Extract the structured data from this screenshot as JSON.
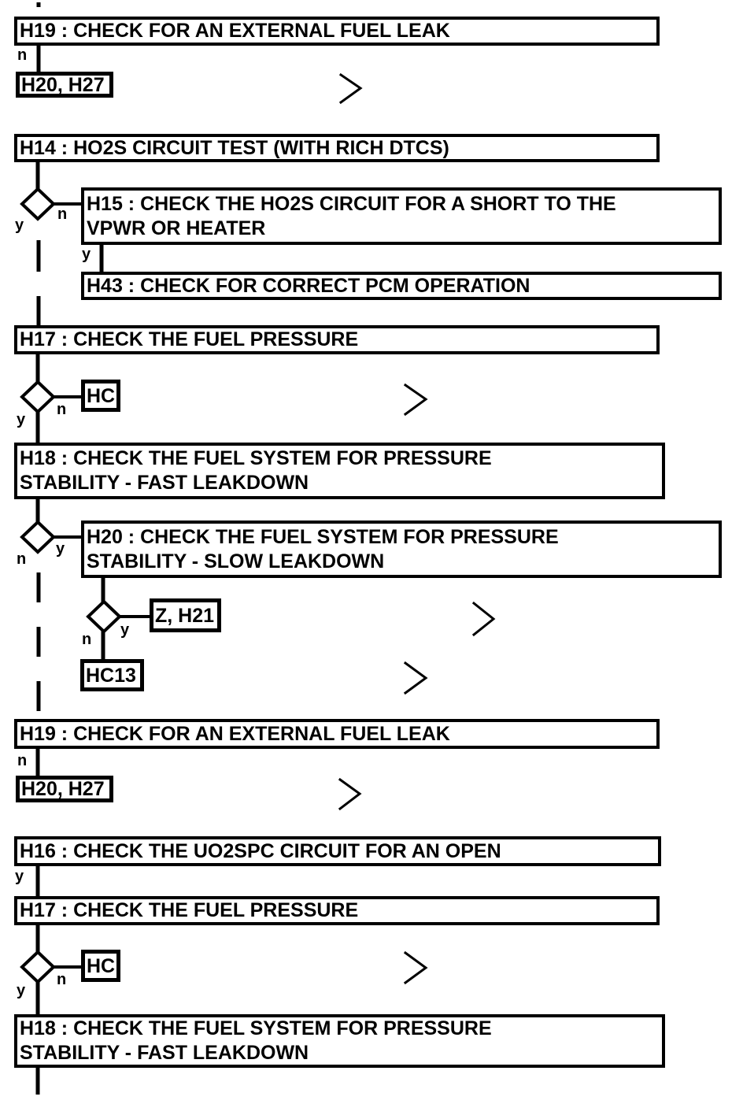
{
  "diagram": {
    "type": "diagnostic-flowchart",
    "colors": {
      "foreground": "#000000",
      "background": "#ffffff"
    },
    "branch_labels": {
      "yes": "y",
      "no": "n"
    },
    "nodes": {
      "h19_top": {
        "lines": [
          "H19 : CHECK FOR AN EXTERNAL FUEL LEAK"
        ]
      },
      "h20_h27_top": {
        "lines": [
          "H20, H27"
        ]
      },
      "h14": {
        "lines": [
          "H14 : HO2S CIRCUIT TEST (WITH RICH DTCS)"
        ]
      },
      "h15": {
        "lines": [
          "H15 : CHECK THE HO2S CIRCUIT FOR A SHORT TO THE",
          "VPWR OR HEATER"
        ]
      },
      "h43": {
        "lines": [
          "H43 : CHECK FOR CORRECT PCM OPERATION"
        ]
      },
      "h17_mid": {
        "lines": [
          "H17 : CHECK THE FUEL PRESSURE"
        ]
      },
      "hc_mid": {
        "lines": [
          "HC"
        ]
      },
      "h18_mid": {
        "lines": [
          "H18 : CHECK THE FUEL SYSTEM FOR PRESSURE",
          "STABILITY - FAST LEAKDOWN"
        ]
      },
      "h20": {
        "lines": [
          "H20 : CHECK THE FUEL SYSTEM FOR PRESSURE",
          "STABILITY - SLOW LEAKDOWN"
        ]
      },
      "z_h21": {
        "lines": [
          "Z, H21"
        ]
      },
      "hc13": {
        "lines": [
          "HC13"
        ]
      },
      "h19_bottom": {
        "lines": [
          "H19 : CHECK FOR AN EXTERNAL FUEL LEAK"
        ]
      },
      "h20_h27_bottom": {
        "lines": [
          "H20, H27"
        ]
      },
      "h16": {
        "lines": [
          "H16 : CHECK THE UO2SPC CIRCUIT FOR AN OPEN"
        ]
      },
      "h17_bottom": {
        "lines": [
          "H17 : CHECK THE FUEL PRESSURE"
        ]
      },
      "hc_bottom": {
        "lines": [
          "HC"
        ]
      },
      "h18_bottom": {
        "lines": [
          "H18 : CHECK THE FUEL SYSTEM FOR PRESSURE",
          "STABILITY - FAST LEAKDOWN"
        ]
      }
    }
  }
}
